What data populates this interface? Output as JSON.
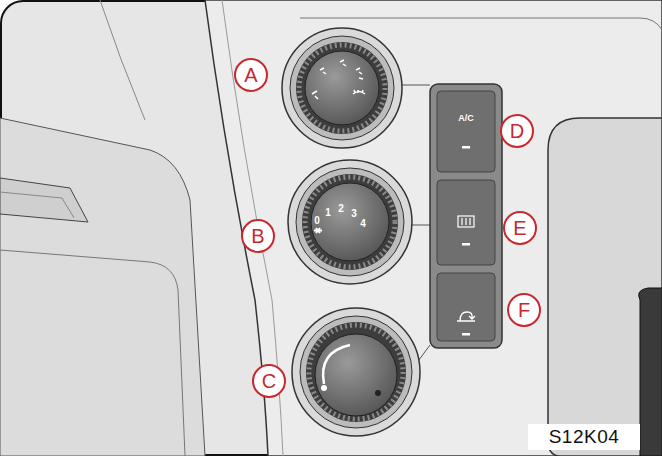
{
  "diagram": {
    "nodes": [
      {
        "text": [
          "A"
        ]
      },
      {
        "text": [
          "A/C"
        ]
      },
      {
        "text": [
          "D"
        ]
      },
      {
        "text": [
          "0",
          "1",
          "2",
          "3",
          "4"
        ]
      },
      {
        "text": [
          "B"
        ]
      },
      {
        "text": [
          "E"
        ]
      },
      {
        "text": [
          "F"
        ]
      },
      {
        "text": [
          "C"
        ]
      },
      {
        "text": [
          "S12K04"
        ]
      }
    ]
  }
}
